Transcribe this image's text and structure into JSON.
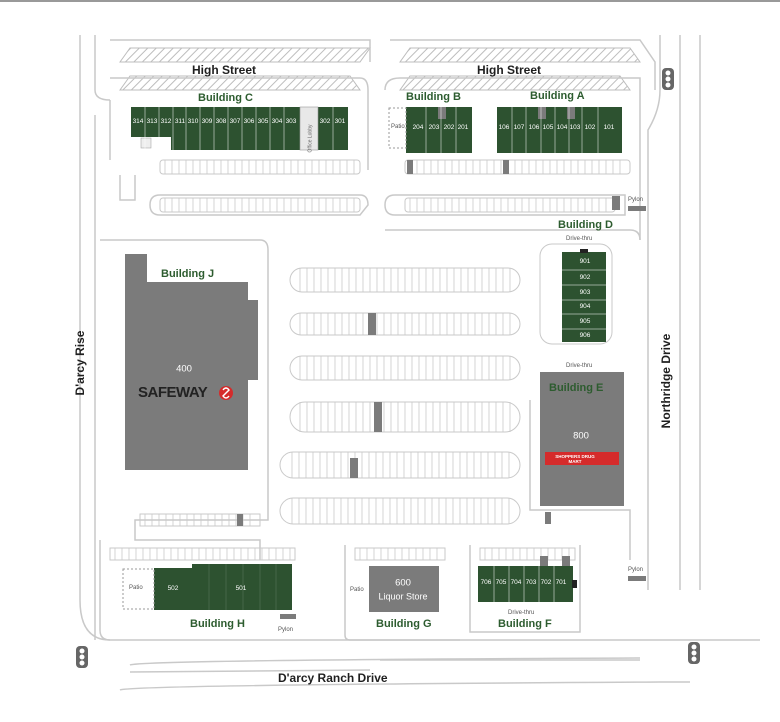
{
  "streets": {
    "high_street": "High Street",
    "darcy_rise": "D'arcy Rise",
    "northridge_drive": "Northridge Drive",
    "darcy_ranch_drive": "D'arcy Ranch Drive"
  },
  "buildings": {
    "a": {
      "label": "Building A",
      "units": [
        "106",
        "107",
        "106",
        "105",
        "104",
        "103",
        "102",
        "101"
      ]
    },
    "b": {
      "label": "Building B",
      "units": [
        "204",
        "203",
        "202",
        "201"
      ],
      "patio": "Patio"
    },
    "c": {
      "label": "Building C",
      "units": [
        "314",
        "313",
        "312",
        "311",
        "310",
        "309",
        "308",
        "307",
        "306",
        "305",
        "304",
        "303",
        "302",
        "301"
      ],
      "lobby": "Office Lobby"
    },
    "d": {
      "label": "Building D",
      "units": [
        "901",
        "902",
        "903",
        "904",
        "905",
        "906"
      ],
      "drive_thru_top": "Drive-thru",
      "drive_thru_bottom": "Drive-thru"
    },
    "e": {
      "label": "Building E",
      "unit": "800",
      "tenant": "SHOPPERS DRUG MART"
    },
    "f": {
      "label": "Building F",
      "units": [
        "706",
        "705",
        "704",
        "703",
        "702",
        "701"
      ],
      "drive_thru": "Drive-thru"
    },
    "g": {
      "label": "Building G",
      "unit": "600",
      "tenant": "Liquor Store",
      "patio": "Patio"
    },
    "h": {
      "label": "Building H",
      "units": [
        "502",
        "501"
      ],
      "patio": "Patio",
      "pylon": "Pylon"
    },
    "j": {
      "label": "Building J",
      "unit": "400",
      "tenant": "SAFEWAY"
    }
  },
  "pylons": {
    "east_top": "Pylon",
    "east_bottom": "Pylon"
  },
  "colors": {
    "building_green": "#2d5230",
    "label_green": "#2d5c2f",
    "grey": "#7b7b7b",
    "shoppers_red": "#d52b2b",
    "road": "#c9c9c9"
  }
}
